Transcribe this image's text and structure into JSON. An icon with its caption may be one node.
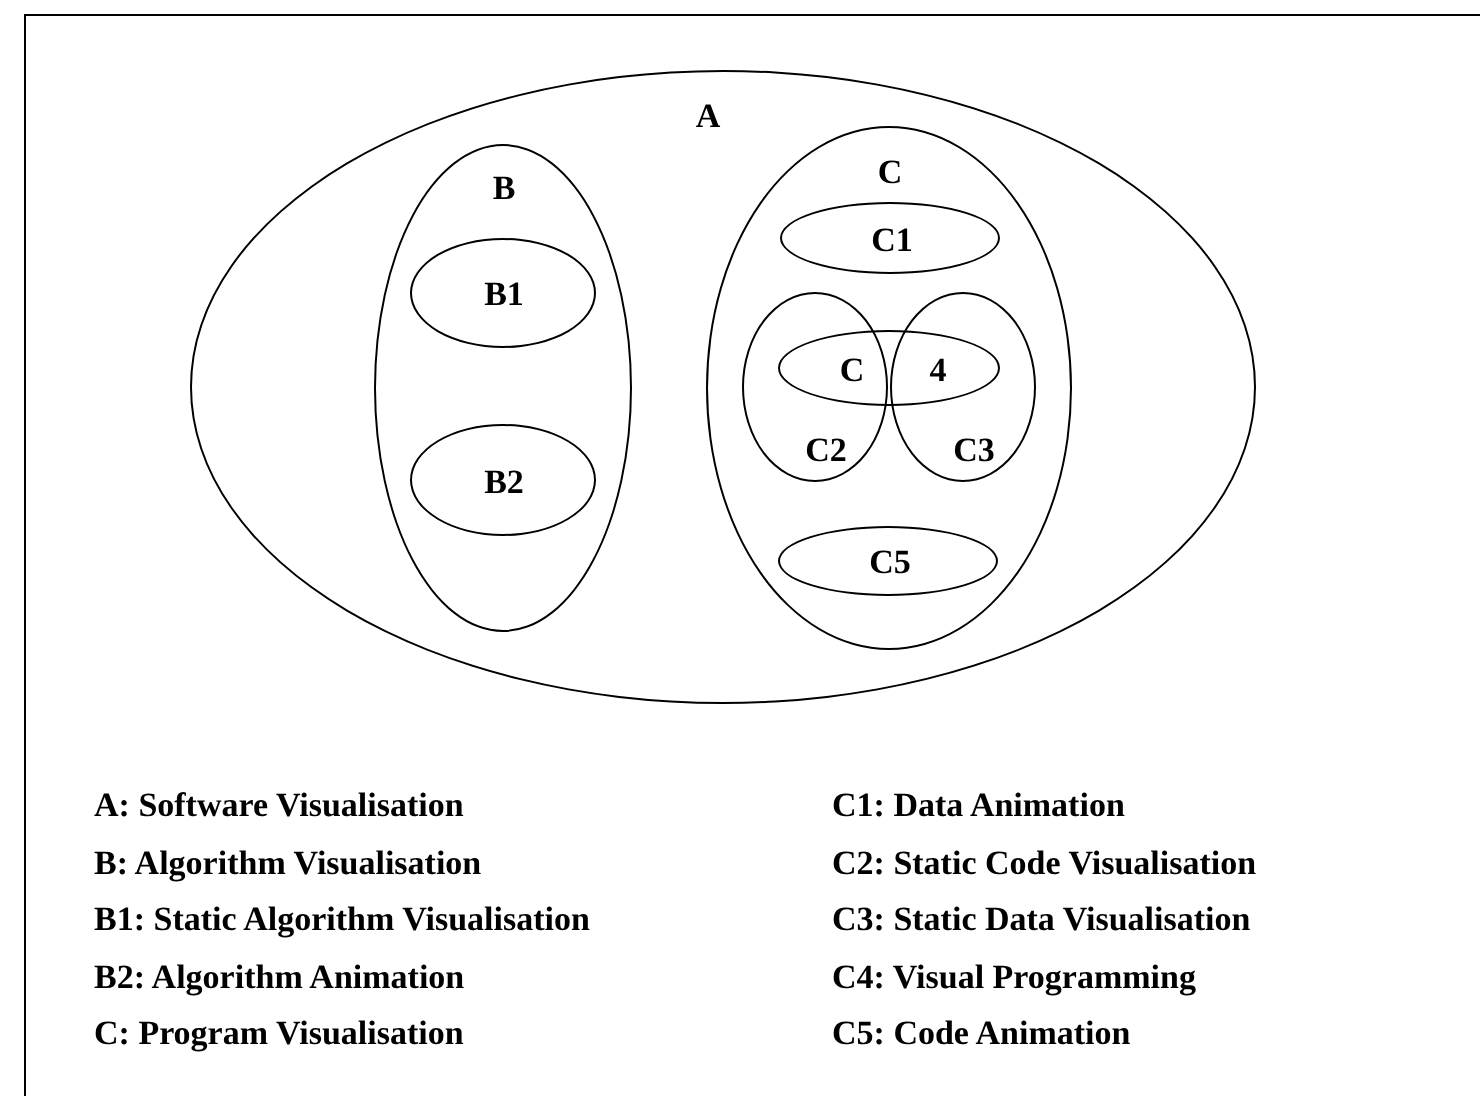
{
  "diagram": {
    "nodes": [
      {
        "text": [
          "A"
        ]
      },
      {
        "text": [
          "B"
        ],
        "in": 0
      },
      {
        "text": [
          "B1"
        ],
        "in": 1
      },
      {
        "text": [
          "B2"
        ],
        "in": 1
      },
      {
        "text": [
          "C"
        ],
        "in": 0
      },
      {
        "text": [
          "C1"
        ],
        "in": 4
      },
      {
        "text": [
          "C2"
        ],
        "in": 4
      },
      {
        "text": [
          "C3"
        ],
        "in": 4
      },
      {
        "text": [
          "C",
          "4"
        ],
        "in": 4
      },
      {
        "text": [
          "C5"
        ],
        "in": 4
      }
    ],
    "labels": [
      "A: Software Visualisation",
      "B: Algorithm Visualisation",
      "B1: Static Algorithm Visualisation",
      "B2: Algorithm Animation",
      "C: Program Visualisation",
      "C1: Data Animation",
      "C2: Static Code Visualisation",
      "C3: Static Data Visualisation",
      "C4: Visual Programming",
      "C5: Code Animation"
    ]
  }
}
